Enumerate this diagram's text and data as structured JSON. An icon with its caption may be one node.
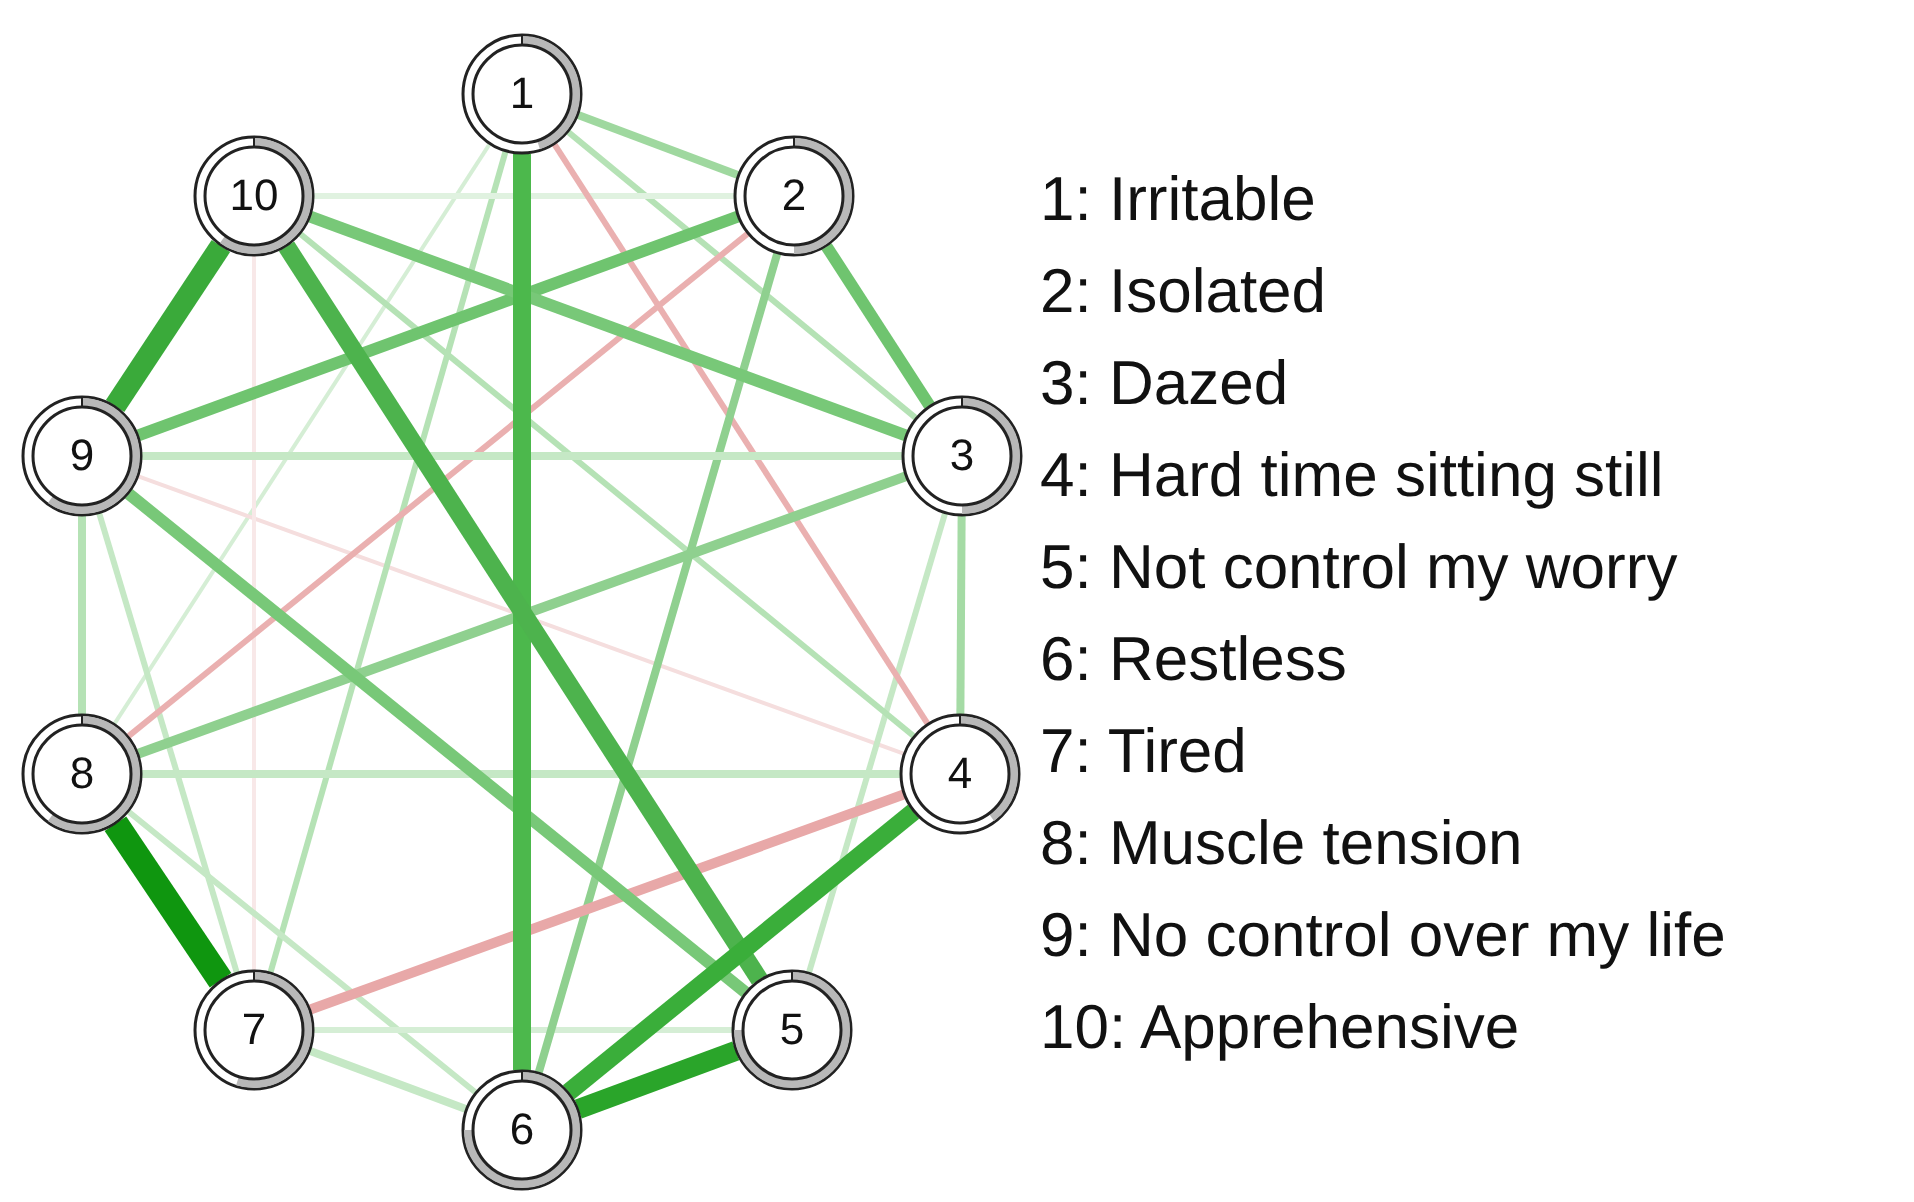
{
  "diagram": {
    "nodes": [
      {
        "text": [
          "1"
        ]
      },
      {
        "text": [
          "2"
        ]
      },
      {
        "text": [
          "3"
        ]
      },
      {
        "text": [
          "4"
        ]
      },
      {
        "text": [
          "5"
        ]
      },
      {
        "text": [
          "6"
        ]
      },
      {
        "text": [
          "7"
        ]
      },
      {
        "text": [
          "8"
        ]
      },
      {
        "text": [
          "9"
        ]
      },
      {
        "text": [
          "10"
        ]
      }
    ],
    "edges": [
      {
        "from": 0,
        "to": 5,
        "arrow": "none",
        "style": "thick",
        "color": "#4cb84c"
      },
      {
        "from": 9,
        "to": 4,
        "arrow": "none",
        "style": "thick",
        "color": "#4db34d"
      },
      {
        "from": 9,
        "to": 8,
        "arrow": "none",
        "style": "thick",
        "color": "#3aaa3a"
      },
      {
        "from": 7,
        "to": 6,
        "arrow": "none",
        "style": "thick",
        "color": "#0f960f"
      },
      {
        "from": 5,
        "to": 3,
        "arrow": "none",
        "style": "thick",
        "color": "#3aae3a"
      },
      {
        "from": 5,
        "to": 4,
        "arrow": "none",
        "style": "thick",
        "color": "#2aa52a"
      },
      {
        "from": 1,
        "to": 8,
        "arrow": "none",
        "color": "#6fc46f"
      },
      {
        "from": 1,
        "to": 2,
        "arrow": "none",
        "color": "#6fc46f"
      },
      {
        "from": 9,
        "to": 2,
        "arrow": "none",
        "color": "#78c878"
      },
      {
        "from": 8,
        "to": 4,
        "arrow": "none",
        "color": "#78c878"
      },
      {
        "from": 2,
        "to": 7,
        "arrow": "none",
        "color": "#8fd08f"
      },
      {
        "from": 1,
        "to": 5,
        "arrow": "none",
        "color": "#8fd08f"
      },
      {
        "from": 0,
        "to": 1,
        "arrow": "none",
        "color": "#9fd89f"
      },
      {
        "from": 0,
        "to": 2,
        "arrow": "none",
        "color": "#b5e2b5"
      },
      {
        "from": 0,
        "to": 6,
        "arrow": "none",
        "color": "#b5e2b5"
      },
      {
        "from": 9,
        "to": 1,
        "arrow": "none",
        "color": "#e0f2e0"
      },
      {
        "from": 8,
        "to": 2,
        "arrow": "none",
        "color": "#c5e8c5"
      },
      {
        "from": 7,
        "to": 3,
        "arrow": "none",
        "color": "#c5e8c5"
      },
      {
        "from": 8,
        "to": 7,
        "arrow": "none",
        "color": "#b5e2b5"
      },
      {
        "from": 2,
        "to": 3,
        "arrow": "none",
        "color": "#a5dba5"
      },
      {
        "from": 6,
        "to": 5,
        "arrow": "none",
        "color": "#c5e8c5"
      },
      {
        "from": 7,
        "to": 5,
        "arrow": "none",
        "color": "#c5e8c5"
      },
      {
        "from": 6,
        "to": 4,
        "arrow": "none",
        "color": "#d5eed5"
      },
      {
        "from": 8,
        "to": 6,
        "arrow": "none",
        "color": "#c5e8c5"
      },
      {
        "from": 2,
        "to": 4,
        "arrow": "none",
        "color": "#c5e8c5"
      },
      {
        "from": 9,
        "to": 3,
        "arrow": "none",
        "color": "#b5e2b5"
      },
      {
        "from": 0,
        "to": 7,
        "arrow": "none",
        "color": "#d5eed5"
      },
      {
        "from": 0,
        "to": 3,
        "arrow": "none",
        "color": "#eab0b0"
      },
      {
        "from": 1,
        "to": 7,
        "arrow": "none",
        "color": "#eab0b0"
      },
      {
        "from": 6,
        "to": 3,
        "arrow": "none",
        "color": "#e8a8a8"
      },
      {
        "from": 8,
        "to": 3,
        "arrow": "none",
        "color": "#f5dede"
      },
      {
        "from": 9,
        "to": 6,
        "arrow": "none",
        "color": "#f8e8e8"
      }
    ],
    "labels": [
      "1: Irritable",
      "2: Isolated",
      "3: Dazed",
      "4: Hard time sitting still",
      "5: Not control my worry",
      "6: Restless",
      "7: Tired",
      "8: Muscle tension",
      "9: No control over my life",
      "10: Apprehensive"
    ]
  }
}
